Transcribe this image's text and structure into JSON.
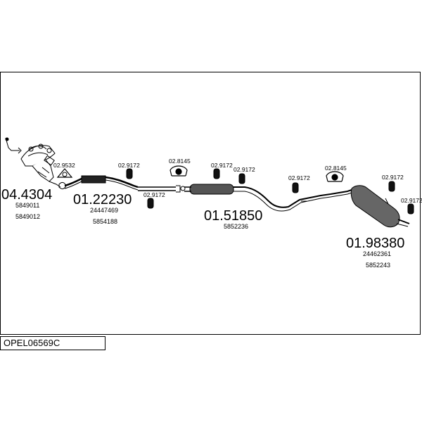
{
  "assembly_code": "OPEL06569C",
  "parts": {
    "manifold": {
      "number": "04.4304",
      "refs": [
        "5849011",
        "5849012"
      ]
    },
    "front_pipe": {
      "number": "01.22230",
      "refs": [
        "24447469",
        "5854188"
      ]
    },
    "middle": {
      "number": "01.51850",
      "refs": [
        "5852236"
      ]
    },
    "rear": {
      "number": "01.98380",
      "refs": [
        "24462361",
        "5852243"
      ]
    }
  },
  "fittings": {
    "gasket": "02.9532",
    "hanger_a": "02.9172",
    "hanger_b": "02.9172",
    "clamp_a": "02.8145",
    "hanger_c": "02.9172",
    "hanger_d": "02.9172",
    "hanger_e": "02.9172",
    "clamp_b": "02.8145",
    "hanger_f": "02.9172",
    "hanger_g": "02.9172"
  }
}
